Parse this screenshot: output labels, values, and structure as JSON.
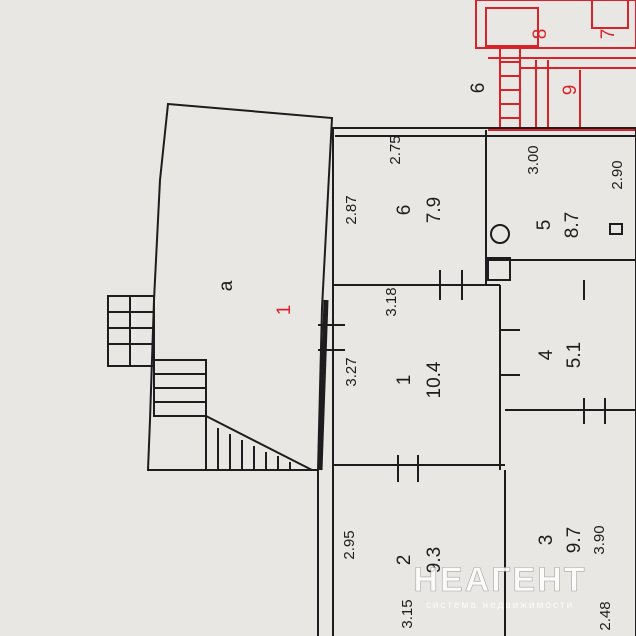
{
  "colors": {
    "paper": "#e9e7e3",
    "ink": "#1d1d1d",
    "red_ink": "#d8232a",
    "watermark": "#ffffff"
  },
  "plan": {
    "area_letter": "а",
    "red_mark": "1",
    "rooms": [
      {
        "number": "1",
        "area": "10.4",
        "dims": [
          "3.27",
          "3.18"
        ]
      },
      {
        "number": "2",
        "area": "9.3",
        "dims": [
          "2.95",
          "3.15"
        ]
      },
      {
        "number": "3",
        "area": "9.7",
        "dims": [
          "3.90",
          "2.48"
        ]
      },
      {
        "number": "4",
        "area": "5.1",
        "dims": []
      },
      {
        "number": "5",
        "area": "8.7",
        "dims": [
          "3.00",
          "2.90"
        ]
      },
      {
        "number": "6",
        "area": "7.9",
        "dims": [
          "2.75",
          "2.87"
        ]
      }
    ]
  },
  "neighbor": {
    "labels": [
      "6",
      "7",
      "8",
      "9"
    ]
  },
  "watermark": {
    "brand": "НЕАГЕНТ",
    "tagline": "система недвижимости"
  }
}
